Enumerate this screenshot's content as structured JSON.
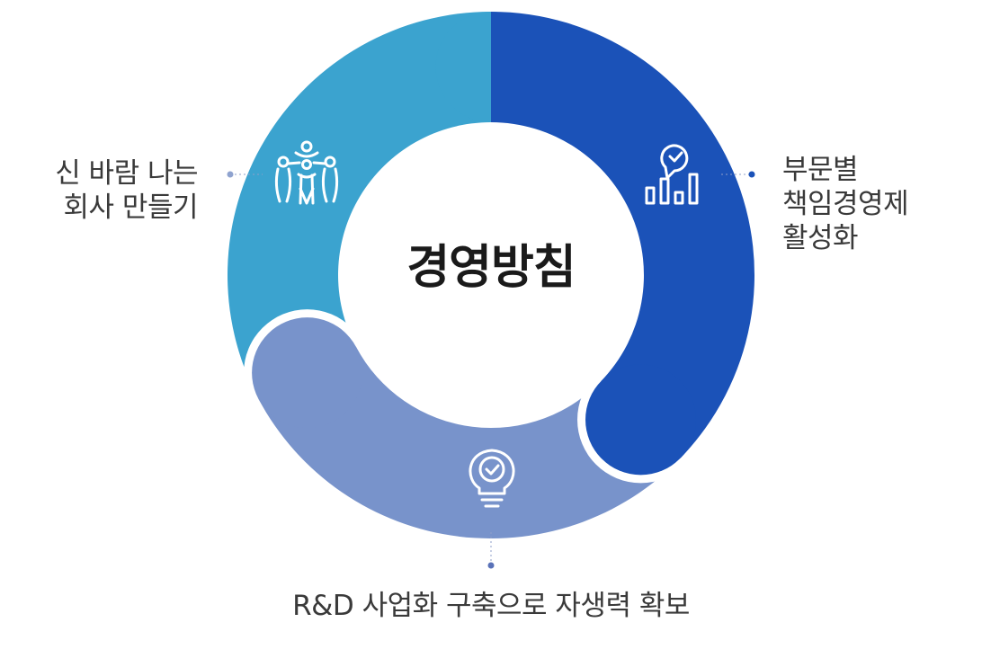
{
  "center_title": "경영방침",
  "segments": [
    {
      "id": "left",
      "label_lines": [
        "신 바람 나는",
        "회사 만들기"
      ],
      "color": "#3ba3cf",
      "icon": "people-group-icon"
    },
    {
      "id": "right",
      "label_lines": [
        "부문별",
        "책임경영제",
        "활성화"
      ],
      "color": "#1b52b8",
      "icon": "bar-chart-check-icon"
    },
    {
      "id": "bottom",
      "label_lines": [
        "R&D 사업화 구축으로 자생력 확보"
      ],
      "color": "#7893cb",
      "icon": "lightbulb-check-icon"
    }
  ],
  "leader_color": "#8f9fc8"
}
